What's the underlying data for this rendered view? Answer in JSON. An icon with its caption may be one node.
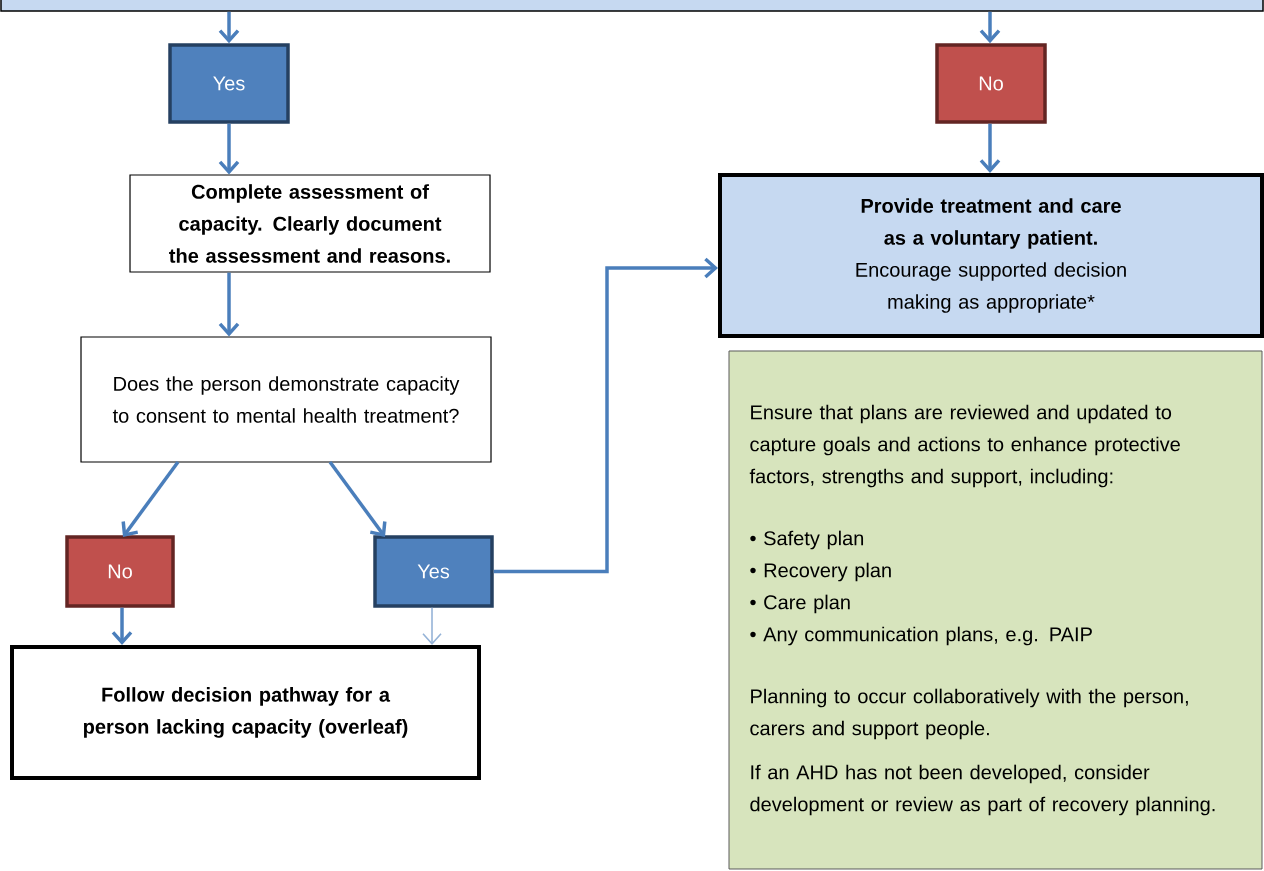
{
  "diagram": {
    "nodes": [
      {
        "text": [],
        "shape": "box"
      },
      {
        "text": [
          "Yes"
        ]
      },
      {
        "text": [
          "No"
        ]
      },
      {
        "text": [
          "Complete assessment of capacity. Clearly document the assessment and reasons."
        ]
      },
      {
        "text": [
          "Provide treatment and care as a voluntary patient.",
          "Encourage supported decision making as appropriate*"
        ]
      },
      {
        "text": [
          "Does the person demonstrate capacity to consent to mental health treatment?"
        ]
      },
      {
        "text": [
          "No"
        ]
      },
      {
        "text": [
          "Yes"
        ]
      },
      {
        "text": [
          "Follow decision pathway for a person lacking capacity (overleaf)"
        ]
      },
      {
        "text": [
          "Ensure that plans are reviewed and updated to capture goals and actions to enhance protective factors, strengths and support, including:",
          "• Safety plan",
          "• Recovery plan",
          "• Care plan",
          "• Any communication plans, e.g. PAIP",
          "Planning to occur collaboratively with the person, carers and support people.",
          "If an AHD has not been developed, consider development or review as part of recovery planning."
        ]
      }
    ],
    "edges": [
      {
        "from": 0,
        "to": 1,
        "arrow": "to"
      },
      {
        "from": 0,
        "to": 2,
        "arrow": "to"
      },
      {
        "from": 1,
        "to": 3,
        "arrow": "to"
      },
      {
        "from": 2,
        "to": 4,
        "arrow": "to"
      },
      {
        "from": 3,
        "to": 5,
        "arrow": "to"
      },
      {
        "from": 5,
        "to": 6,
        "arrow": "to"
      },
      {
        "from": 5,
        "to": 7,
        "arrow": "to"
      },
      {
        "from": 6,
        "to": 8,
        "arrow": "to"
      },
      {
        "from": 7,
        "to": 8,
        "arrow": "to",
        "color": "#95b3d7"
      },
      {
        "from": 7,
        "to": 4,
        "arrow": "to"
      }
    ]
  }
}
